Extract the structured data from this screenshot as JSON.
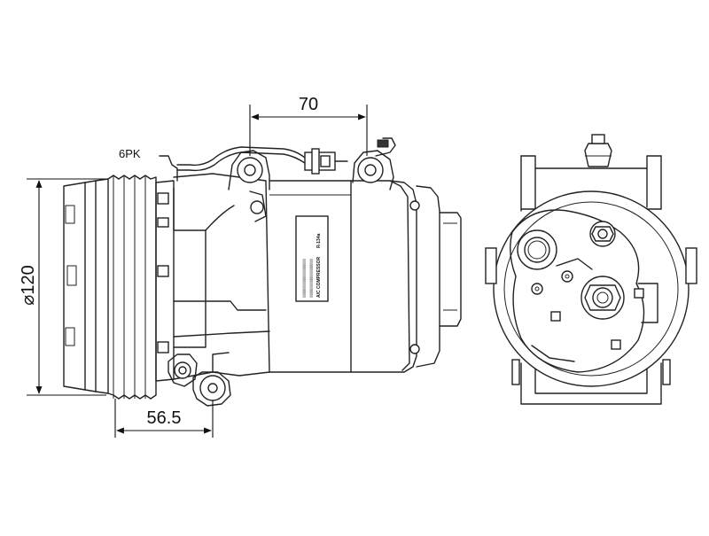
{
  "dimensions": {
    "top_width": "70",
    "belt_profile": "6PK",
    "pulley_diameter": "⌀120",
    "mount_offset": "56.5"
  },
  "label_plate": {
    "line1": "A/C COMPRESSOR",
    "line2": "R-134a"
  },
  "colors": {
    "line": "#222222",
    "background": "#ffffff"
  }
}
